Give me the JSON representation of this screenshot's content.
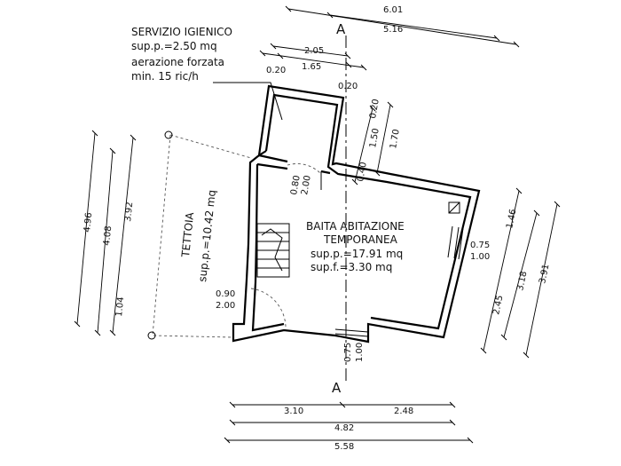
{
  "section_marks": {
    "top": "A",
    "bottom": "A"
  },
  "rooms": {
    "bathroom": {
      "name": "SERVIZIO IGIENICO",
      "area": "sup.p.=2.50 mq",
      "note1": "aerazione forzata",
      "note2": "min. 15 ric/h"
    },
    "main": {
      "name1": "BAITA ABITAZIONE",
      "name2": "TEMPORANEA",
      "area_p": "sup.p.=17.91 mq",
      "area_f": "sup.f.=3.30 mq"
    },
    "porch": {
      "name": "TETTOIA",
      "area": "sup.p.=10.42 mq"
    }
  },
  "dimensions": {
    "top_6_01": "6.01",
    "top_5_16": "5.16",
    "top_2_05": "2.05",
    "top_0_20a": "0.20",
    "top_1_65": "1.65",
    "top_0_20b": "0.20",
    "right_0_20": "0.20",
    "right_1_50": "1.50",
    "right_1_70": "1.70",
    "right_0_40": "0.40",
    "door_bath_w": "0.80",
    "door_bath_h": "2.00",
    "win_right_w": "0.75",
    "win_right_h": "1.00",
    "door_left_w": "0.90",
    "door_left_h": "2.00",
    "win_bottom_w": "0.75",
    "win_bottom_h": "1.00",
    "left_4_96": "4.96",
    "left_4_08": "4.08",
    "left_3_92": "3.92",
    "left_1_04": "1.04",
    "rt_1_46": "1.46",
    "rt_3_18": "3.18",
    "rt_3_91": "3.91",
    "rt_2_45": "2.45",
    "bot_3_10": "3.10",
    "bot_2_48": "2.48",
    "bot_4_82": "4.82",
    "bot_5_58": "5.58"
  }
}
